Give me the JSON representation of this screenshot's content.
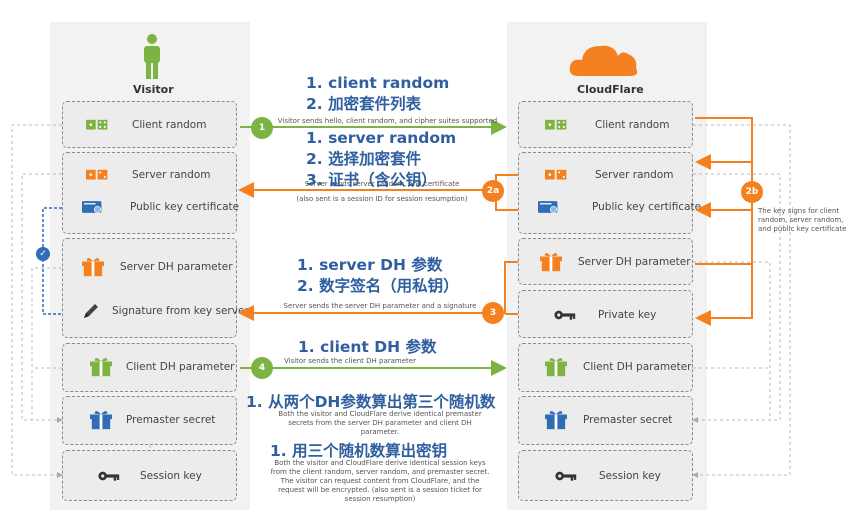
{
  "colors": {
    "green": "#7cb342",
    "orange": "#f4801f",
    "blue": "#2f5f9f",
    "gray_box": "#ececec",
    "text_blue": "#2f5f9f"
  },
  "visitor": {
    "title": "Visitor",
    "items": [
      {
        "label": "Client random",
        "icon": "dice-icon"
      },
      {
        "label": "Server random",
        "icon": "dice-icon"
      },
      {
        "label": "Public key certificate",
        "icon": "certificate-icon"
      },
      {
        "label": "Server DH parameter",
        "icon": "gift-icon"
      },
      {
        "label": "Signature from key server",
        "icon": "pen-icon"
      },
      {
        "label": "Client DH parameter",
        "icon": "gift-icon"
      },
      {
        "label": "Premaster secret",
        "icon": "gift-icon"
      },
      {
        "label": "Session key",
        "icon": "key-icon"
      }
    ]
  },
  "cloudflare": {
    "title": "CloudFlare",
    "items": [
      {
        "label": "Client random",
        "icon": "dice-icon"
      },
      {
        "label": "Server random",
        "icon": "dice-icon"
      },
      {
        "label": "Public key certificate",
        "icon": "certificate-icon"
      },
      {
        "label": "Server DH parameter",
        "icon": "gift-icon"
      },
      {
        "label": "Private key",
        "icon": "key-icon"
      },
      {
        "label": "Client DH parameter",
        "icon": "gift-icon"
      },
      {
        "label": "Premaster secret",
        "icon": "gift-icon"
      },
      {
        "label": "Session key",
        "icon": "key-icon"
      }
    ]
  },
  "steps": {
    "s1": "1",
    "s2a": "2a",
    "s2b": "2b",
    "s3": "3",
    "s4": "4"
  },
  "small_text": {
    "step1": "Visitor sends hello, client random, and cipher suites supported",
    "step2a_a": "Server sends server random, and certificate",
    "step2a_b": "(also sent is a session ID for session resumption)",
    "step2b": "The key signs for client random, server random, and public key certificate",
    "step3": "Server sends the server DH parameter and a signature",
    "step4": "Visitor sends the client DH parameter",
    "premaster": "Both the visitor and CloudFlare derive identical premaster secrets from the server DH parameter and client DH parameter.",
    "session": "Both the visitor and CloudFlare derive identical session keys from the client random, server random, and premaster secret. The visitor can request content from CloudFlare, and the request will be encrypted. (also sent is a session ticket for session resumption)"
  },
  "annotations": {
    "a1_1": "1.  client random",
    "a1_2": "2.  加密套件列表",
    "a2_1": "1.  server random",
    "a2_2": "2.  选择加密套件",
    "a2_3": "3.  证书（含公钥）",
    "a3_1": "1.  server DH 参数",
    "a3_2": "2.  数字签名（用私钥）",
    "a4_1": "1.  client DH 参数",
    "a5_1": "1.  从两个DH参数算出第三个随机数",
    "a6_1": "1.  用三个随机数算出密钥"
  }
}
